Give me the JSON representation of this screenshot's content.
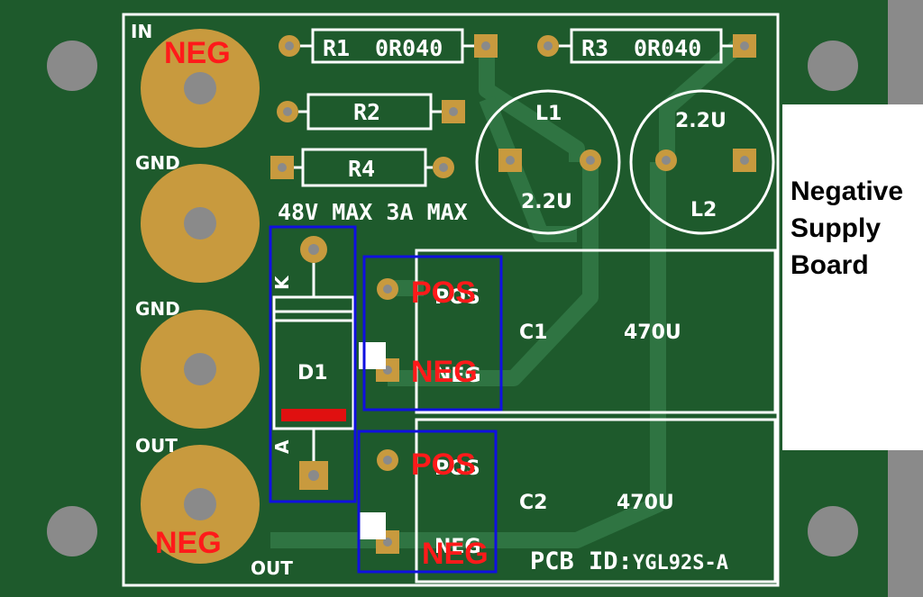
{
  "board": {
    "pcb_id": "PCB ID:",
    "pcb_id_value": "YGL92S-A",
    "rating": "48V MAX 3A MAX"
  },
  "terminals": {
    "in": "IN",
    "gnd1": "GND",
    "gnd2": "GND",
    "out_top": "OUT",
    "out_bottom": "OUT"
  },
  "components": {
    "r1": "R1",
    "r1_value": "0R040",
    "r3": "R3",
    "r3_value": "0R040",
    "r2": "R2",
    "r4": "R4",
    "l1": "L1",
    "l1_value": "2.2U",
    "l2": "L2",
    "l2_value": "2.2U",
    "d1": "D1",
    "d1_k": "K",
    "d1_a": "A",
    "c1": "C1",
    "c1_value": "470U",
    "c2": "C2",
    "c2_value": "470U",
    "c1_pin_pos_silk": "POS",
    "c1_pin_neg_silk": "NEG",
    "c2_pin_pos_silk": "POS",
    "c2_pin_neg_silk": "NEG"
  },
  "annotations": {
    "neg_in": "NEG",
    "neg_out": "NEG",
    "c1_pos": "POS",
    "c1_neg": "NEG",
    "c2_pos": "POS",
    "c2_neg": "NEG",
    "side_note": "Negative Supply Board"
  },
  "colors": {
    "board": "#1e5a2c",
    "pad": "#c89a3e",
    "silkscreen": "#ffffff",
    "annotation": "#ff1a1a",
    "highlight": "#1010e0",
    "background": "#8a8a8a"
  }
}
